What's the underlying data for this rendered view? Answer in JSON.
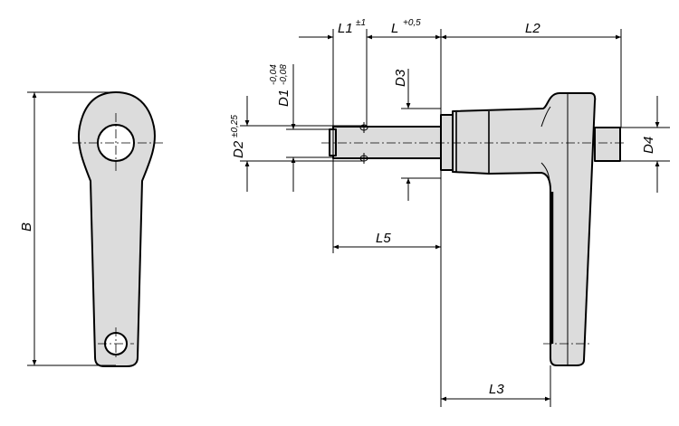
{
  "drawing": {
    "title": "Cam lever with pin",
    "labels": {
      "B": "B",
      "L1": "L1",
      "L1_tol": "±1",
      "L": "L",
      "L_tol": "+0,5",
      "L2": "L2",
      "L3": "L3",
      "L5": "L5",
      "D1": "D1",
      "D1_tol_upper": "-0,04",
      "D1_tol_lower": "-0,08",
      "D2": "D2",
      "D2_tol": "±0,25",
      "D3": "D3",
      "D4": "D4"
    },
    "colors": {
      "fill": "#dcdcdc",
      "line": "#000000"
    }
  }
}
